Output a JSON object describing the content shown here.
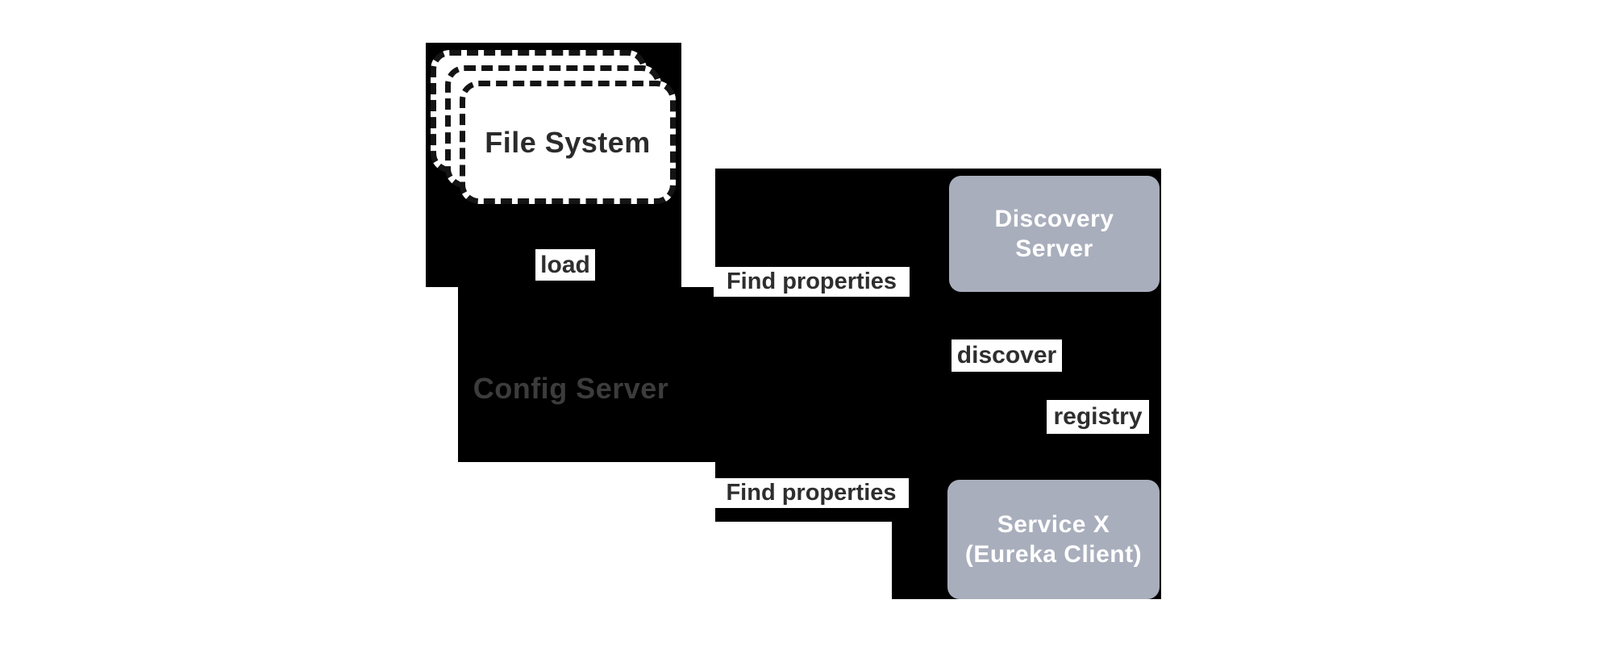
{
  "diagram": {
    "nodes": {
      "file_system": {
        "label": "File System"
      },
      "config_server": {
        "label": "Config Server"
      },
      "discovery_server": {
        "line1": "Discovery",
        "line2": "Server"
      },
      "service_x": {
        "line1": "Service X",
        "line2": "(Eureka Client)"
      }
    },
    "edge_labels": {
      "load": "load",
      "find_properties_top": "Find properties",
      "find_properties_bottom": "Find properties",
      "discover": "discover",
      "registry": "registry"
    },
    "colors": {
      "mask": "#000000",
      "page": "#ffffff",
      "node": "#a9aebc",
      "node_text": "#ffffff",
      "label_text": "#2e2e2e",
      "config_text": "#3c3c3c",
      "card_border": "#141414",
      "card_fill": "#ffffff"
    }
  }
}
